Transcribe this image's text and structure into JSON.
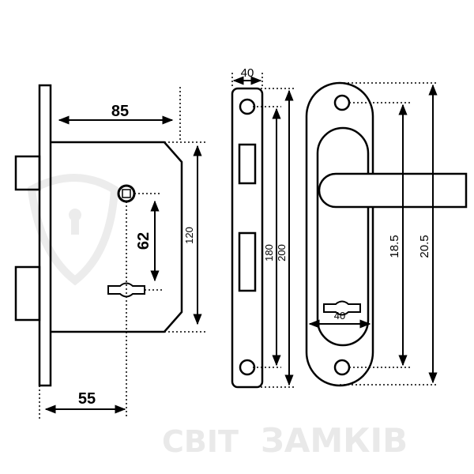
{
  "watermark": {
    "line1": "СВІТ",
    "line2": "ЗАМКІВ"
  },
  "lock_body": {
    "dim_backset_label": "55",
    "dim_depth_label": "85",
    "dim_center_distance_label": "62",
    "dim_body_height_label": "120"
  },
  "strike_plate": {
    "dim_width_label": "40",
    "dim_hole_spacing_label": "180",
    "dim_height_label": "200"
  },
  "handle_plate": {
    "dim_width_label": "40",
    "dim_hole_spacing_label": "18.5",
    "dim_height_label": "20.5"
  },
  "colors": {
    "line": "#000000",
    "watermark": "#e9e9e9"
  }
}
